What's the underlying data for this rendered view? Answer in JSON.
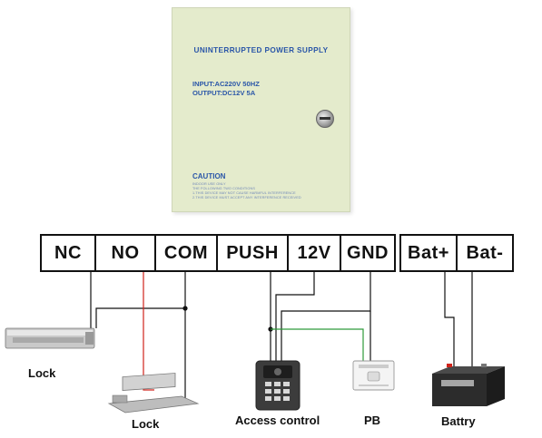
{
  "psu": {
    "title": "UNINTERRUPTED POWER SUPPLY",
    "input": "INPUT:AC220V 50HZ",
    "output": "OUTPUT:DC12V 5A",
    "caution": "CAUTION",
    "caution_lines": [
      "INDOOR USE ONLY",
      "THE FOLLOWING TWO CONDITIONS",
      "1.THIS DEVICE MAY NOT CAUSE HARMFUL INTERFERENCE",
      "2.THIS DEVICE MUST ACCEPT ANY INTERFERENCE RECEIVED"
    ]
  },
  "terminals": [
    "NC",
    "NO",
    "COM",
    "PUSH",
    "12V",
    "GND",
    "Bat+",
    "Bat-"
  ],
  "devices": {
    "lock1": "Lock",
    "lock2": "Lock",
    "access_control": "Access control",
    "pb": "PB",
    "battery": "Battry"
  },
  "colors": {
    "wire_black": "#111111",
    "wire_red": "#d0221a",
    "wire_green": "#2e9a3a",
    "psu_text": "#2a56a8",
    "psu_body": "#e4ebcc"
  }
}
